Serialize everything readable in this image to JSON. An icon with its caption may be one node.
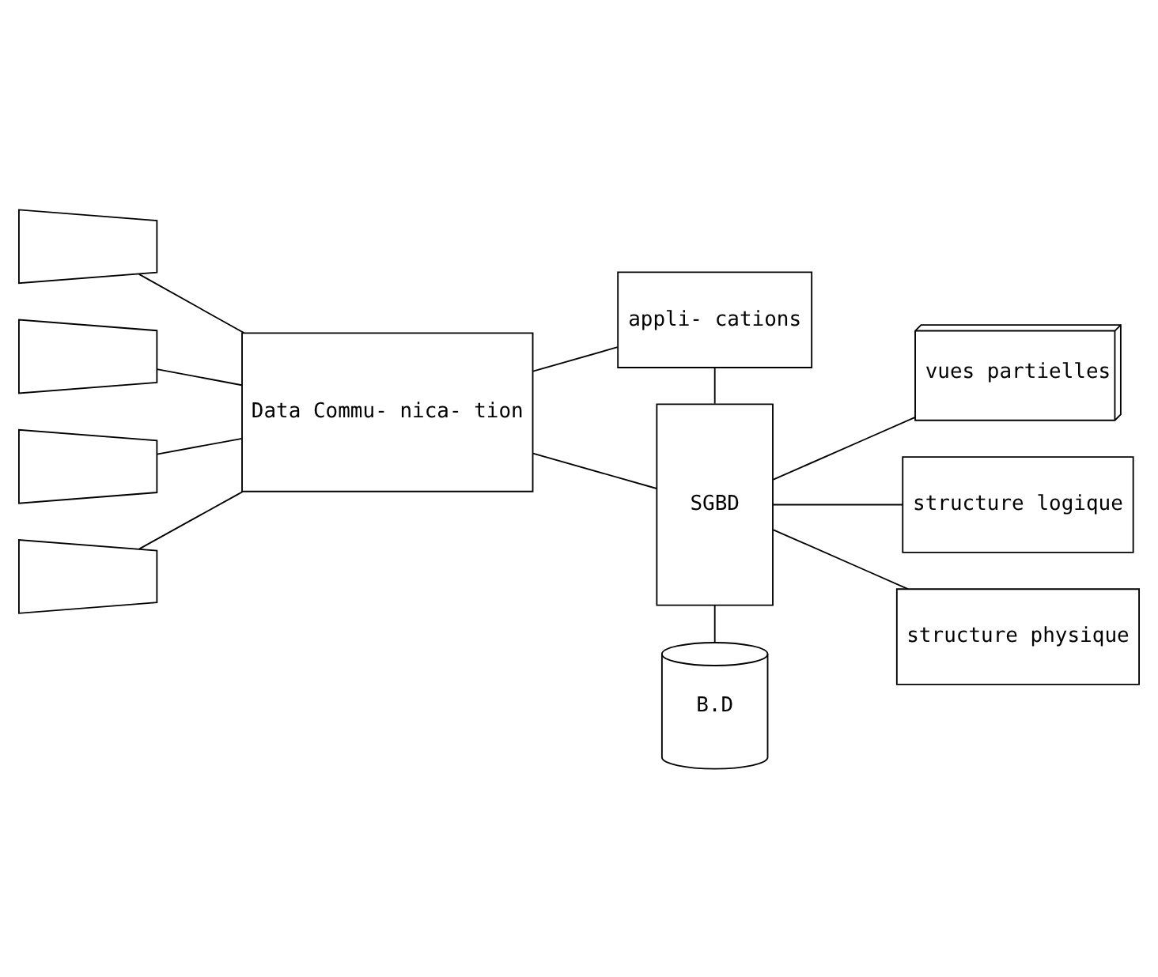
{
  "diagram": {
    "nodes": [
      {
        "text": [],
        "shape": "box"
      },
      {
        "text": [],
        "shape": "box"
      },
      {
        "text": [],
        "shape": "box"
      },
      {
        "text": [],
        "shape": "box"
      },
      {
        "text": [
          "Data Commu- nica- tion"
        ]
      },
      {
        "text": [
          "appli- cations"
        ]
      },
      {
        "text": [
          "SGBD"
        ]
      },
      {
        "text": [
          "B.D"
        ]
      },
      {
        "text": [
          "vues partielles"
        ]
      },
      {
        "text": [
          "structure logique"
        ]
      },
      {
        "text": [
          "structure physique"
        ]
      }
    ],
    "edges": [
      {
        "from": 0,
        "to": 4,
        "arrow": "none"
      },
      {
        "from": 1,
        "to": 4,
        "arrow": "none"
      },
      {
        "from": 2,
        "to": 4,
        "arrow": "none"
      },
      {
        "from": 3,
        "to": 4,
        "arrow": "none"
      },
      {
        "from": 4,
        "to": 5,
        "arrow": "none"
      },
      {
        "from": 4,
        "to": 6,
        "arrow": "none"
      },
      {
        "from": 5,
        "to": 6,
        "arrow": "none"
      },
      {
        "from": 6,
        "to": 8,
        "arrow": "none"
      },
      {
        "from": 6,
        "to": 9,
        "arrow": "none"
      },
      {
        "from": 6,
        "to": 10,
        "arrow": "none"
      },
      {
        "from": 6,
        "to": 7,
        "arrow": "none"
      }
    ]
  }
}
